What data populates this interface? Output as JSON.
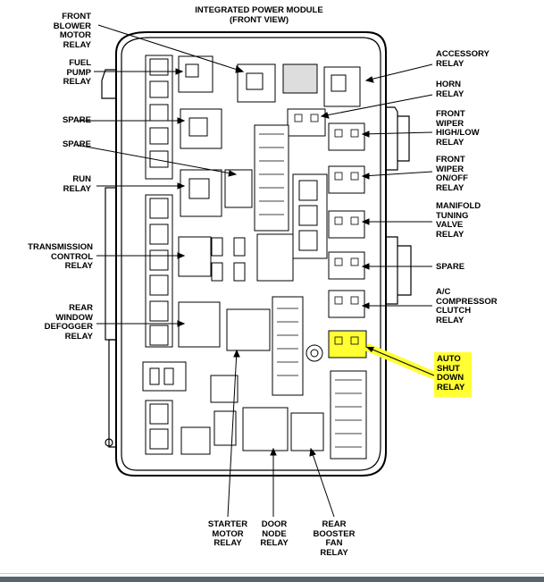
{
  "title": "INTEGRATED POWER MODULE\n(FRONT VIEW)",
  "labels": {
    "front_blower": "FRONT\nBLOWER\nMOTOR\nRELAY",
    "fuel_pump": "FUEL\nPUMP\nRELAY",
    "spare_1": "SPARE",
    "spare_2": "SPARE",
    "run": "RUN\nRELAY",
    "transmission": "TRANSMISSION\nCONTROL\nRELAY",
    "rear_defogger": "REAR\nWINDOW\nDEFOGGER\nRELAY",
    "accessory": "ACCESSORY\nRELAY",
    "horn": "HORN\nRELAY",
    "wiper_high_low": "FRONT\nWIPER\nHIGH/LOW\nRELAY",
    "wiper_on_off": "FRONT\nWIPER\nON/OFF\nRELAY",
    "manifold": "MANIFOLD\nTUNING\nVALVE\nRELAY",
    "spare_right": "SPARE",
    "ac_compressor": "A/C\nCOMPRESSOR\nCLUTCH\nRELAY",
    "auto_shut_down": "AUTO\nSHUT\nDOWN\nRELAY",
    "starter_motor": "STARTER\nMOTOR\nRELAY",
    "door_node": "DOOR\nNODE\nRELAY",
    "rear_booster_fan": "REAR\nBOOSTER\nFAN\nRELAY"
  },
  "colors": {
    "highlight": "#ffff33",
    "line": "#000000"
  }
}
